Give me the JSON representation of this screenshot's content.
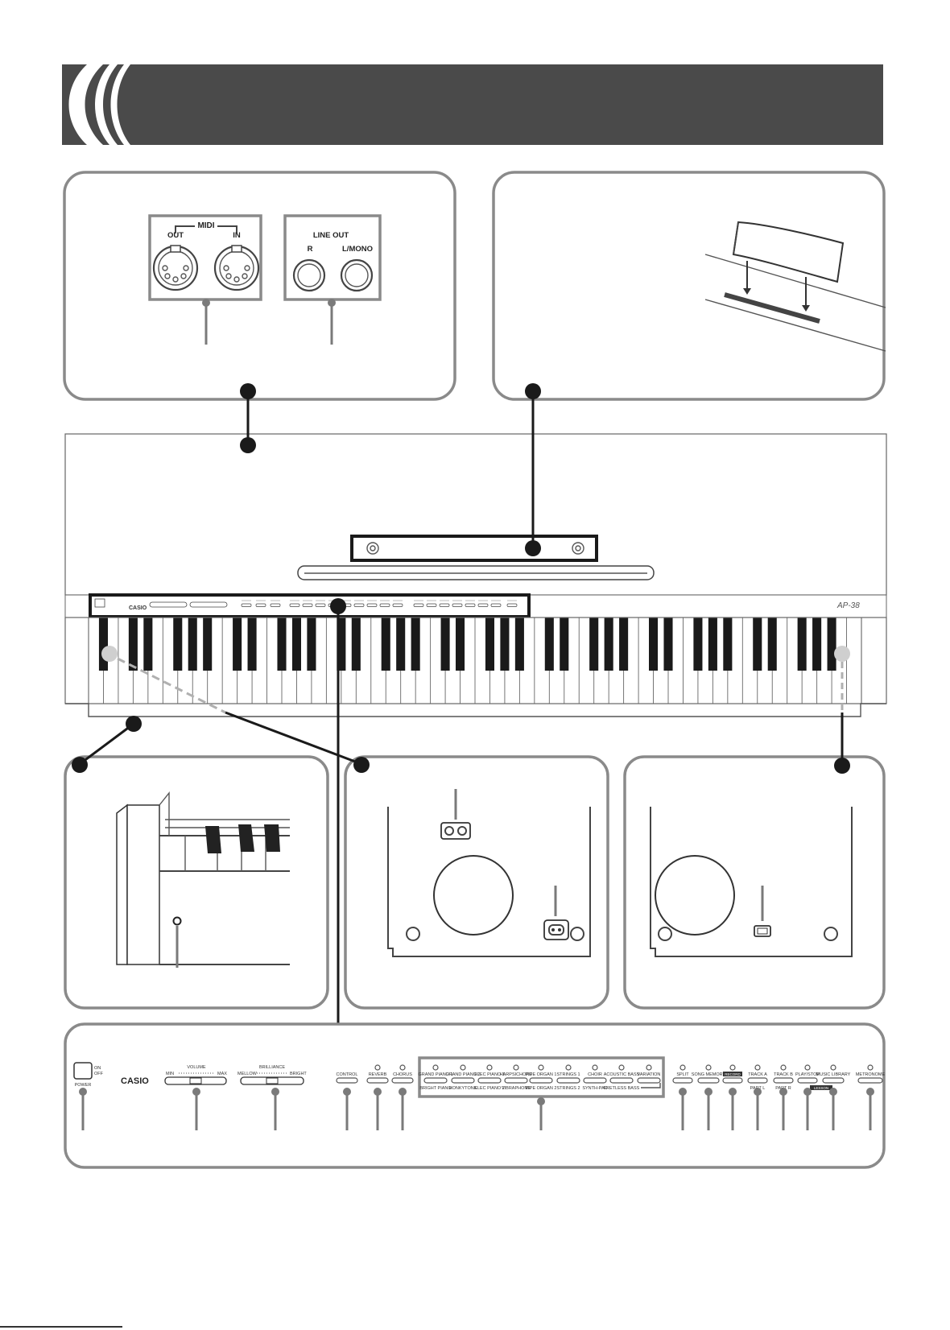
{
  "connectors": {
    "midi": "MIDI",
    "out": "OUT",
    "in": "IN",
    "line_out": "LINE OUT",
    "r": "R",
    "l_mono": "L/MONO"
  },
  "console": {
    "brand": "CASIO",
    "model": "AP-38",
    "power": "POWER",
    "on": "ON",
    "off": "OFF",
    "volume": "VOLUME",
    "min": "MIN",
    "max": "MAX",
    "brilliance": "BRILLIANCE",
    "mellow": "MELLOW",
    "bright": "BRIGHT",
    "control": "CONTROL",
    "reverb": "REVERB",
    "chorus": "CHORUS",
    "tones": [
      {
        "top": "GRAND PIANO 1",
        "bottom": "BRIGHT PIANO"
      },
      {
        "top": "GRAND PIANO 2",
        "bottom": "HONKYTONK"
      },
      {
        "top": "ELEC PIANO 1",
        "bottom": "ELEC PIANO 2"
      },
      {
        "top": "HARPSICHORD",
        "bottom": "VIBRAPHONE"
      },
      {
        "top": "PIPE ORGAN 1",
        "bottom": "PIPE ORGAN 2"
      },
      {
        "top": "STRINGS 1",
        "bottom": "STRINGS 2"
      },
      {
        "top": "CHOIR",
        "bottom": "SYNTH-PAD"
      },
      {
        "top": "ACOUSTIC BASS",
        "bottom": "FRETLESS BASS"
      },
      {
        "top": "VARIATION",
        "bottom": ""
      }
    ],
    "split": "SPLIT",
    "song_memory": "SONG MEMORY",
    "record": "RECORD",
    "track_a": "TRACK A",
    "part_l": "PART L",
    "track_b": "TRACK B",
    "part_r": "PART R",
    "play_stop": "PLAY/STOP",
    "music_library": "MUSIC LIBRARY",
    "lesson": "LESSON",
    "metronome": "METRONOME"
  },
  "colors": {
    "header_band": "#4a4a4a",
    "panel_border": "#8a8a8a",
    "callout_line": "#1a1a1a"
  }
}
